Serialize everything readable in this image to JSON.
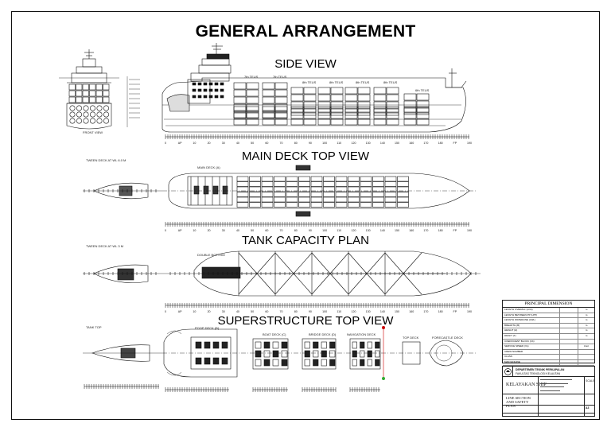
{
  "drawing": {
    "title": "GENERAL ARRANGEMENT",
    "sections": {
      "side": "SIDE VIEW",
      "main": "MAIN DECK TOP VIEW",
      "tank": "TANK CAPACITY PLAN",
      "super": "SUPERSTRUCTURE TOP VIEW"
    },
    "small_labels": {
      "front_view": "FRONT VIEW",
      "tween_deck_a": "TWEEN DECK AT WL 6.0 M",
      "main_deck": "MAIN DECK (A)",
      "tween_deck_b": "TWEEN DECK AT WL 3 M",
      "double_bottom": "DOUBLE BOTTOM",
      "tank_top": "TANK TOP",
      "poop_deck": "POOP DECK (B)",
      "boat_deck": "BOAT DECK (C)",
      "bridge_deck": "BRIDGE DECK (D)",
      "navigation_deck": "NAVIGATION DECK",
      "top_deck": "TOP DECK",
      "forecastle_deck": "FORECASTLE DECK"
    },
    "hold_labels": [
      "7th TEUS",
      "7th TEUS",
      "8th TEUS",
      "8th TEUS",
      "8th TEUS",
      "8th TEUS",
      "6th TEUS"
    ],
    "frame_ticks": [
      "0",
      "AP",
      "10",
      "20",
      "30",
      "40",
      "50",
      "60",
      "70",
      "80",
      "90",
      "100",
      "110",
      "120",
      "130",
      "140",
      "150",
      "160",
      "170",
      "180",
      "FP",
      "190"
    ]
  },
  "principal_dimension": {
    "title": "PRINCIPAL DIMENSION",
    "rows": [
      {
        "k": "LENGTH OVERALL (LOA)",
        "v": "",
        "u": "m"
      },
      {
        "k": "LENGTH BETWEEN PP (LPP)",
        "v": "",
        "u": "m"
      },
      {
        "k": "LENGTH WATERLINE (LWL)",
        "v": "",
        "u": "m"
      },
      {
        "k": "BREADTH (B)",
        "v": "",
        "u": "m"
      },
      {
        "k": "HEIGHT (H)",
        "v": "",
        "u": "m"
      },
      {
        "k": "DRAFT (T)",
        "v": "",
        "u": "m"
      },
      {
        "k": "COEFFICIENT BLOCK (Cb)",
        "v": "",
        "u": ""
      },
      {
        "k": "SERVICE SPEED (Vs)",
        "v": "",
        "u": "knot"
      },
      {
        "k": "CREW NUMBER",
        "v": "",
        "u": ""
      },
      {
        "k": "CLASS",
        "v": "",
        "u": ""
      },
      {
        "k": "MAIN ENGINE",
        "v": "",
        "u": ""
      },
      {
        "k": "CARGO TYPE",
        "v": "",
        "u": ""
      },
      {
        "k": "ROUTE",
        "v": "",
        "u": ""
      }
    ]
  },
  "title_block": {
    "institution_line1": "DEPARTEMEN TEKNIK PERKAPALAN",
    "institution_line2": "FAKULTAS TEKNOLOGI KELAUTAN",
    "project": "KELAYAKAN SHIP",
    "plan": "LINE SECTION AND SAFETY PLAN",
    "scale": "SCALE",
    "sheet": "A3"
  }
}
